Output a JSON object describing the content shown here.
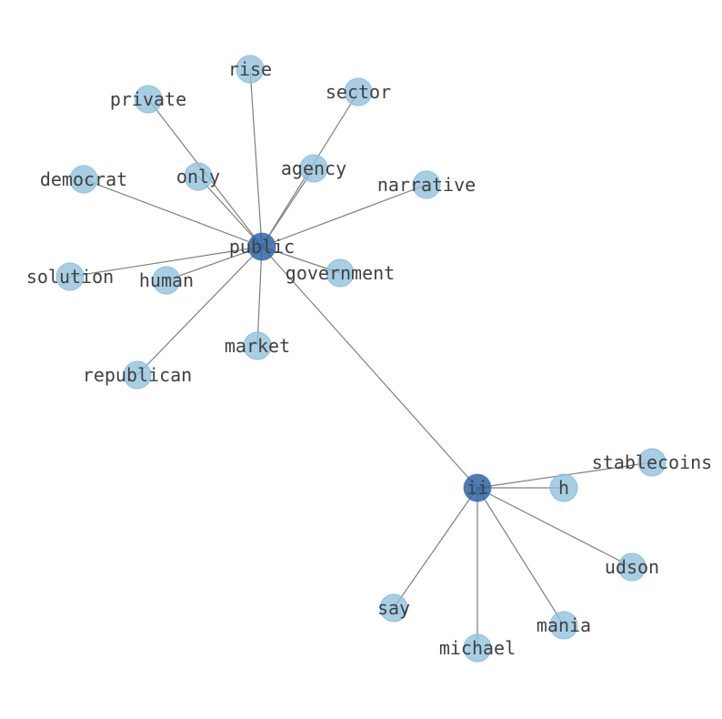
{
  "graph": {
    "colors": {
      "hub": "#2f65a7",
      "leaf": "#8fc0dd",
      "edge": "#7f7f7f",
      "label": "#404040"
    },
    "nodes": [
      {
        "id": "public",
        "label": "public",
        "type": "hub"
      },
      {
        "id": "ii",
        "label": "ii",
        "type": "hub"
      },
      {
        "id": "rise",
        "label": "rise",
        "type": "leaf"
      },
      {
        "id": "private",
        "label": "private",
        "type": "leaf"
      },
      {
        "id": "sector",
        "label": "sector",
        "type": "leaf"
      },
      {
        "id": "democrat",
        "label": "democrat",
        "type": "leaf"
      },
      {
        "id": "only",
        "label": "only",
        "type": "leaf"
      },
      {
        "id": "agency",
        "label": "agency",
        "type": "leaf"
      },
      {
        "id": "narrative",
        "label": "narrative",
        "type": "leaf"
      },
      {
        "id": "solution",
        "label": "solution",
        "type": "leaf"
      },
      {
        "id": "human",
        "label": "human",
        "type": "leaf"
      },
      {
        "id": "government",
        "label": "government",
        "type": "leaf"
      },
      {
        "id": "market",
        "label": "market",
        "type": "leaf"
      },
      {
        "id": "republican",
        "label": "republican",
        "type": "leaf"
      },
      {
        "id": "stablecoins",
        "label": "stablecoins",
        "type": "leaf"
      },
      {
        "id": "h",
        "label": "h",
        "type": "leaf"
      },
      {
        "id": "udson",
        "label": "udson",
        "type": "leaf"
      },
      {
        "id": "say",
        "label": "say",
        "type": "leaf"
      },
      {
        "id": "mania",
        "label": "mania",
        "type": "leaf"
      },
      {
        "id": "michael",
        "label": "michael",
        "type": "leaf"
      }
    ],
    "edges": [
      [
        "public",
        "rise"
      ],
      [
        "public",
        "private"
      ],
      [
        "public",
        "sector"
      ],
      [
        "public",
        "democrat"
      ],
      [
        "public",
        "only"
      ],
      [
        "public",
        "agency"
      ],
      [
        "public",
        "narrative"
      ],
      [
        "public",
        "solution"
      ],
      [
        "public",
        "human"
      ],
      [
        "public",
        "government"
      ],
      [
        "public",
        "market"
      ],
      [
        "public",
        "republican"
      ],
      [
        "public",
        "ii"
      ],
      [
        "ii",
        "stablecoins"
      ],
      [
        "ii",
        "h"
      ],
      [
        "ii",
        "udson"
      ],
      [
        "ii",
        "say"
      ],
      [
        "ii",
        "mania"
      ],
      [
        "ii",
        "michael"
      ]
    ]
  }
}
